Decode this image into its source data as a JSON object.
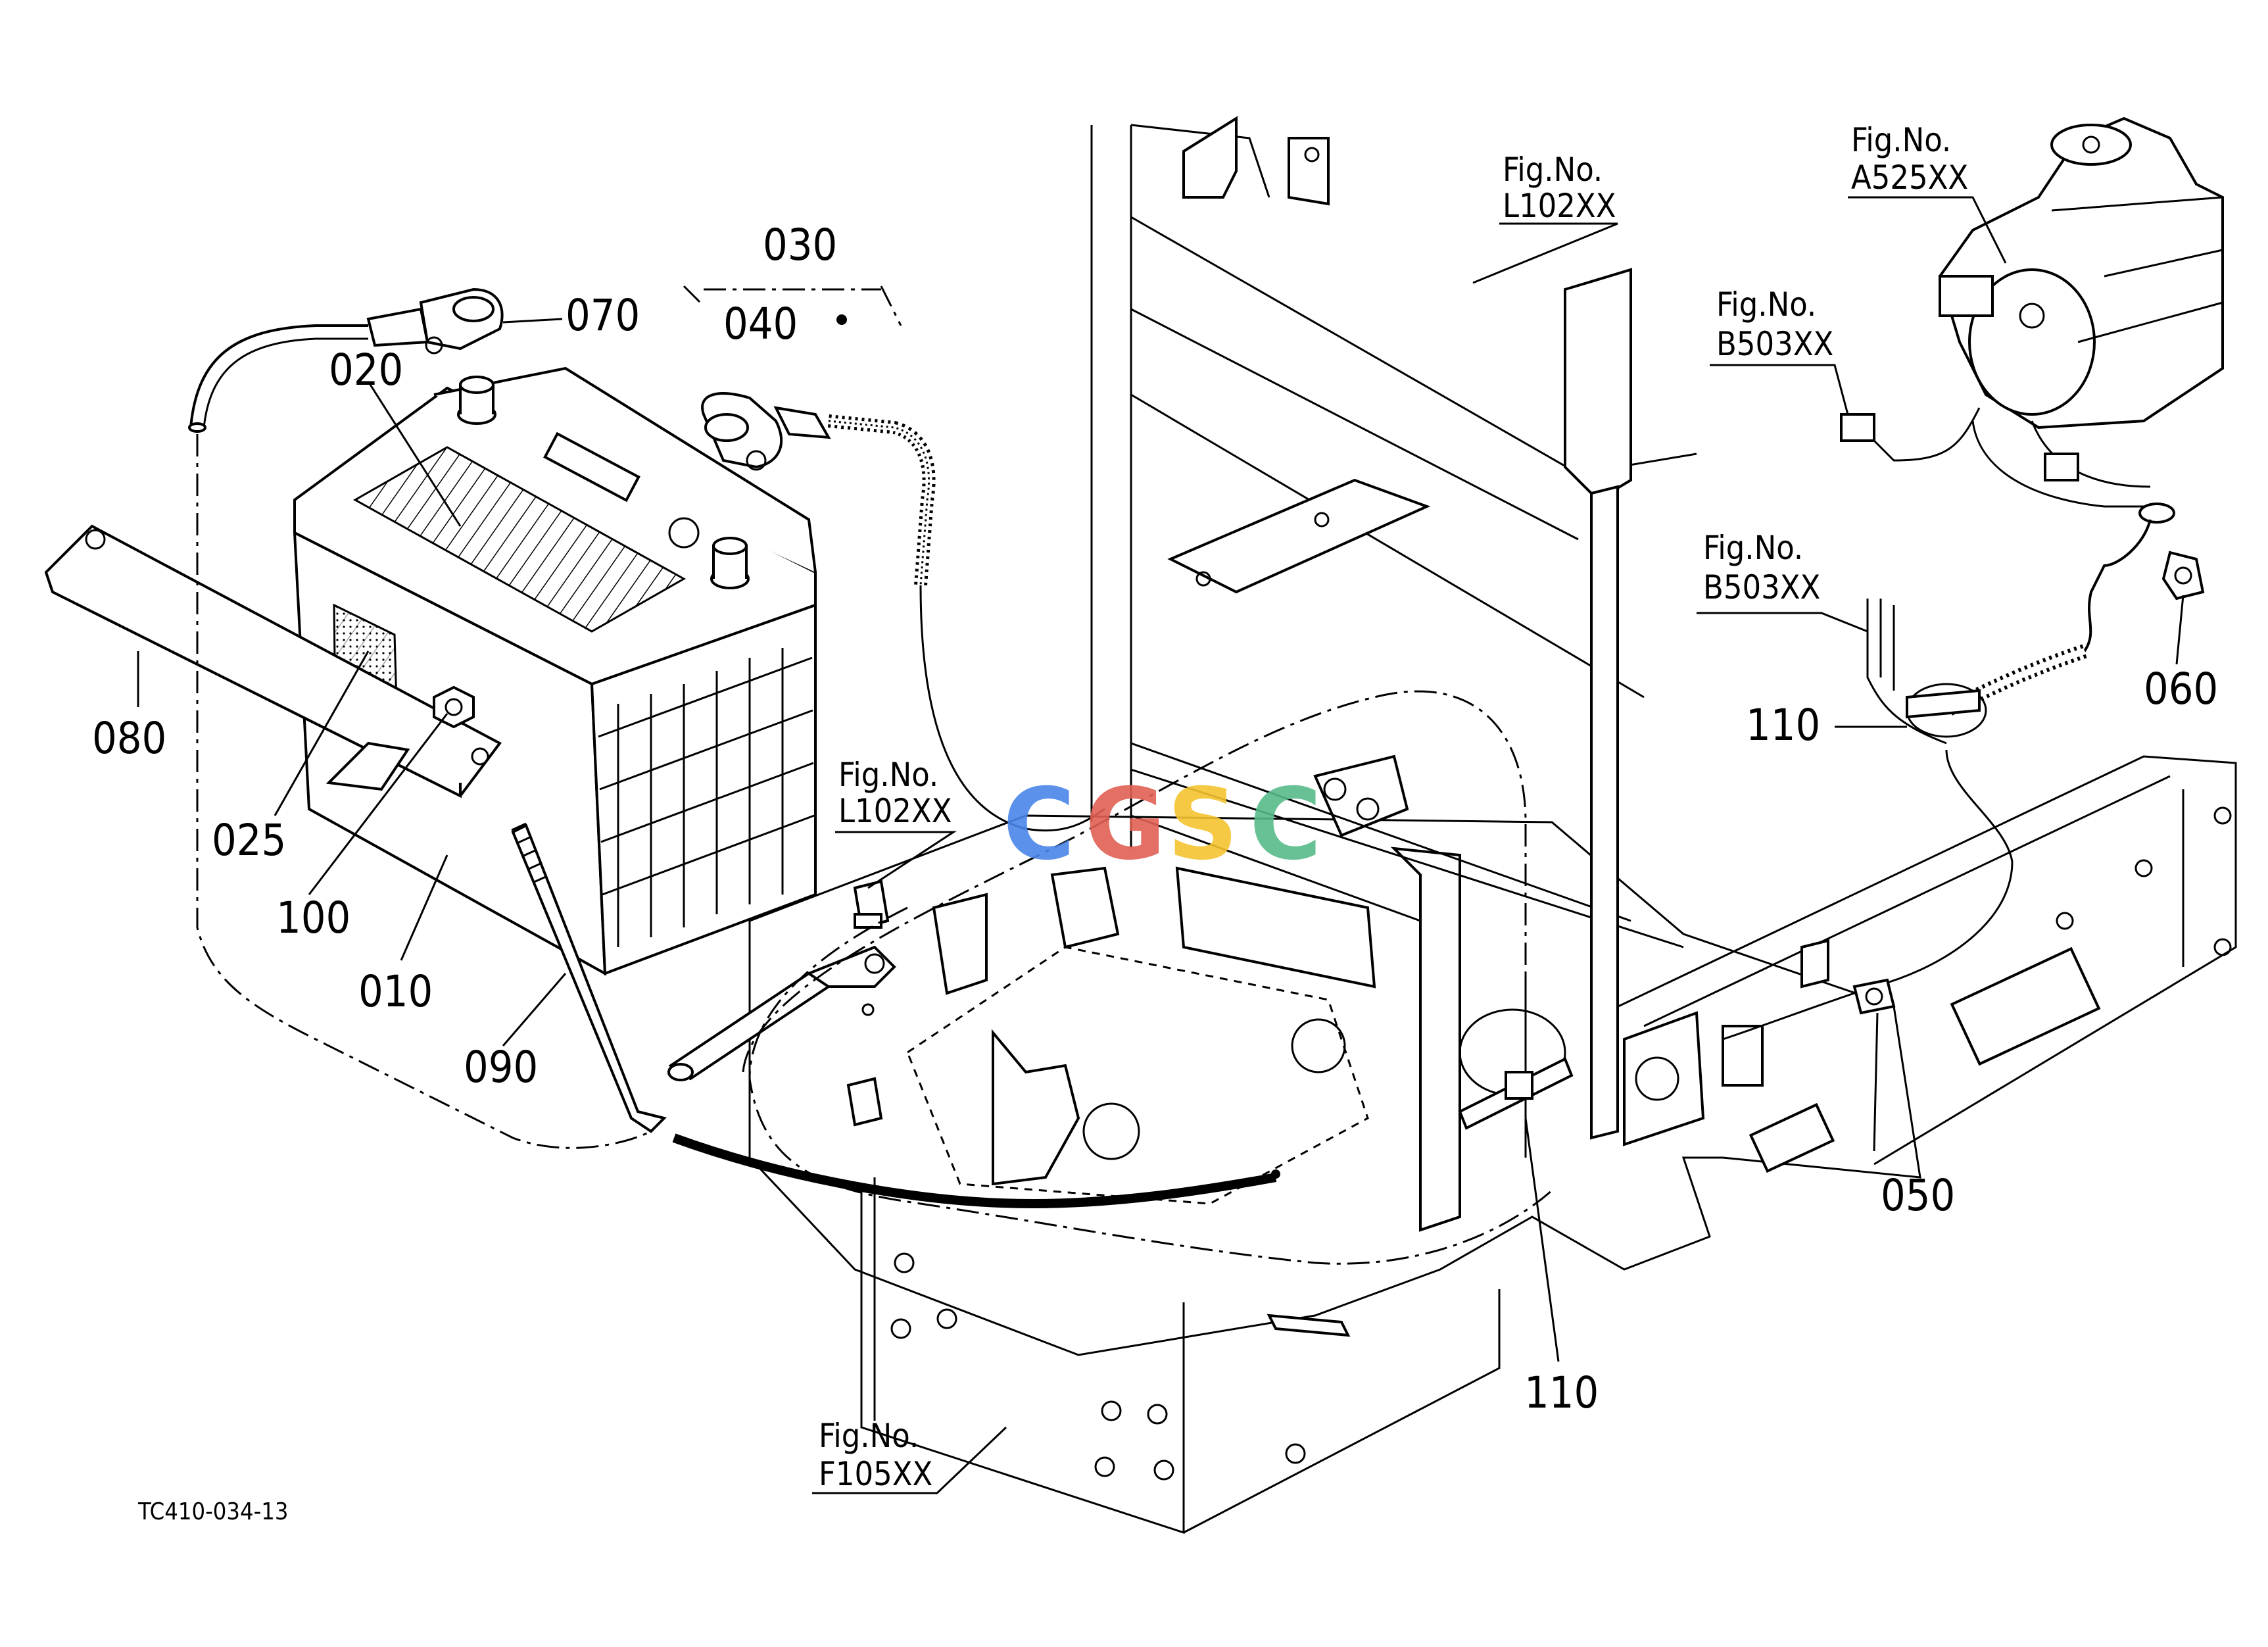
{
  "parts": {
    "p010": "010",
    "p020": "020",
    "p025": "025",
    "p030": "030",
    "p040": "040",
    "p050": "050",
    "p060": "060",
    "p070": "070",
    "p080": "080",
    "p090": "090",
    "p100": "100",
    "p110a": "110",
    "p110b": "110"
  },
  "figure_refs": {
    "l102_top": {
      "line1": "Fig.No.",
      "line2": "L102XX"
    },
    "l102_mid": {
      "line1": "Fig.No.",
      "line2": "L102XX"
    },
    "a525": {
      "line1": "Fig.No.",
      "line2": "A525XX"
    },
    "b503_top": {
      "line1": "Fig.No.",
      "line2": "B503XX"
    },
    "b503_mid": {
      "line1": "Fig.No.",
      "line2": "B503XX"
    },
    "f105": {
      "line1": "Fig.No.",
      "line2": "F105XX"
    }
  },
  "caption": "TC410-034-13",
  "watermark": {
    "letters": [
      "C",
      "G",
      "S",
      "C"
    ],
    "colors": [
      "#4a86e8",
      "#e06055",
      "#f4c430",
      "#57bb8a"
    ]
  }
}
